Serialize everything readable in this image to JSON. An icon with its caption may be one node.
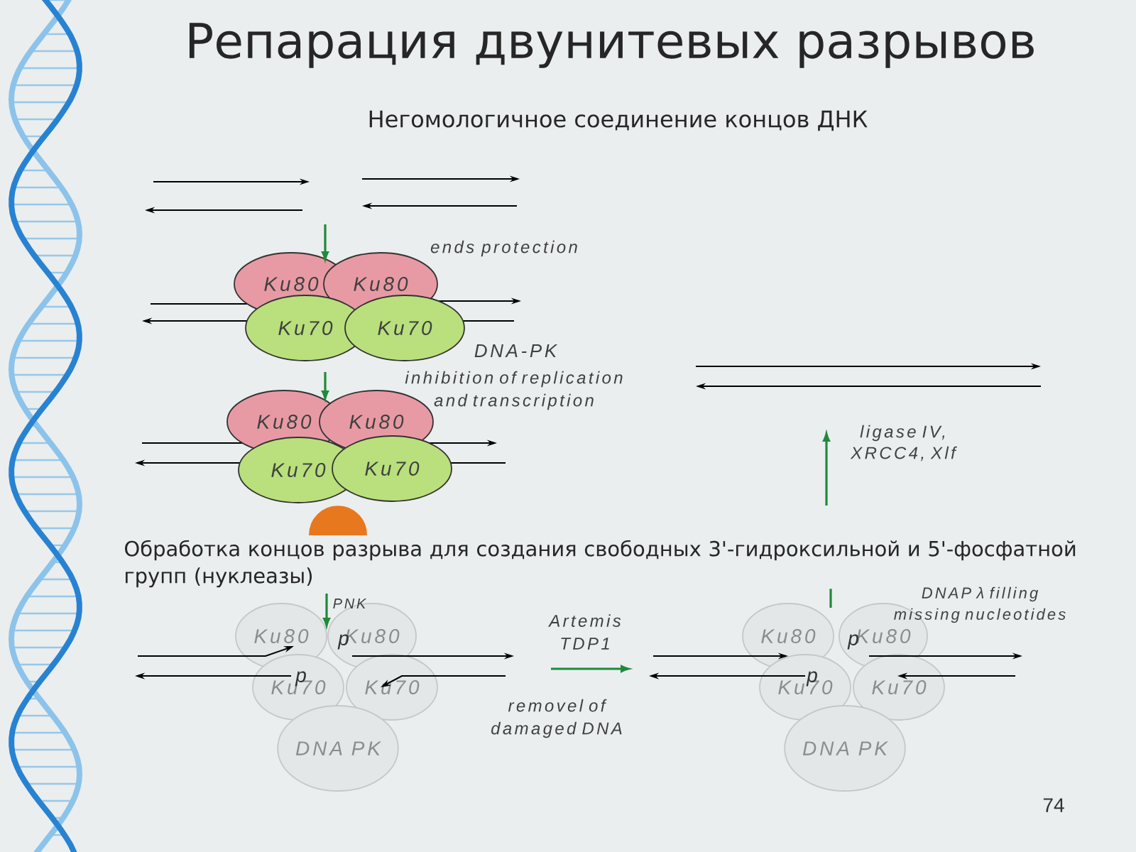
{
  "diagram": {
    "title": "Репарация двунитевых разрывов",
    "nodes": [
      {
        "text": [
          "Ku80"
        ]
      },
      {
        "text": [
          "Ku80"
        ]
      },
      {
        "text": [
          "Ku70"
        ]
      },
      {
        "text": [
          "Ku70"
        ]
      },
      {
        "text": [
          "Ku80"
        ]
      },
      {
        "text": [
          "Ku80"
        ]
      },
      {
        "text": [
          "Ku70"
        ]
      },
      {
        "text": [
          "Ku70"
        ]
      },
      {
        "text": [],
        "shape": "semicircle"
      },
      {
        "text": [
          "Ku80"
        ]
      },
      {
        "text": [
          "Ku80"
        ]
      },
      {
        "text": [
          "Ku70"
        ]
      },
      {
        "text": [
          "Ku70"
        ]
      },
      {
        "text": [
          "DNA PK"
        ]
      },
      {
        "text": [
          "Ku80"
        ]
      },
      {
        "text": [
          "Ku80"
        ]
      },
      {
        "text": [
          "Ku70"
        ]
      },
      {
        "text": [
          "Ku70"
        ]
      },
      {
        "text": [
          "DNA PK"
        ]
      }
    ],
    "labels": [
      "Негомологичное соединение концов ДНК",
      "ends protection",
      "DNA-PK",
      "inhibition of replication and transcription",
      "ligase IV, XRCC4, Xlf",
      "Обработка концов разрыва для создания свободных 3'-гидроксильной и 5'-фосфатной групп (нуклеазы)",
      "PNK",
      "Artemis TDP1",
      "removel of damaged DNA",
      "DNAP λ filling missing nucleotides",
      "p",
      "p",
      "p",
      "p",
      "74"
    ]
  }
}
